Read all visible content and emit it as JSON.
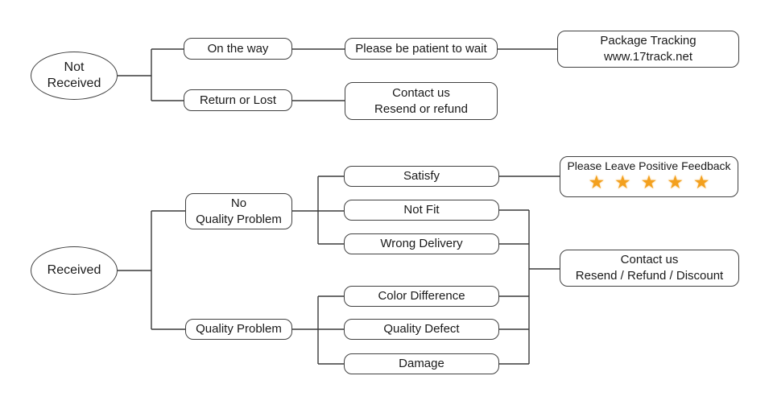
{
  "colors": {
    "background": "#ffffff",
    "line": "#3a3a3a",
    "box_border": "#414141",
    "text": "#1a1a1a",
    "star": "#F3A01E"
  },
  "flowchart": {
    "not_received_branch": {
      "root": "Not\nReceived",
      "on_the_way": "On the way",
      "please_be_patient": "Please be patient to wait",
      "package_tracking": "Package Tracking\nwww.17track.net",
      "return_or_lost": "Return or Lost",
      "contact_us": "Contact us\nResend or refund"
    },
    "received_branch": {
      "root": "Received",
      "no_quality_problem": "No\nQuality Problem",
      "quality_problem": "Quality Problem",
      "satisfy": "Satisfy",
      "not_fit": "Not Fit",
      "wrong_delivery": "Wrong Delivery",
      "color_difference": "Color Difference",
      "quality_defect": "Quality Defect",
      "damage": "Damage",
      "positive_feedback": {
        "label": "Please Leave Positive Feedback",
        "stars": "★★★★★",
        "star_count": 5
      },
      "contact_us": "Contact us\nResend / Refund / Discount"
    }
  }
}
